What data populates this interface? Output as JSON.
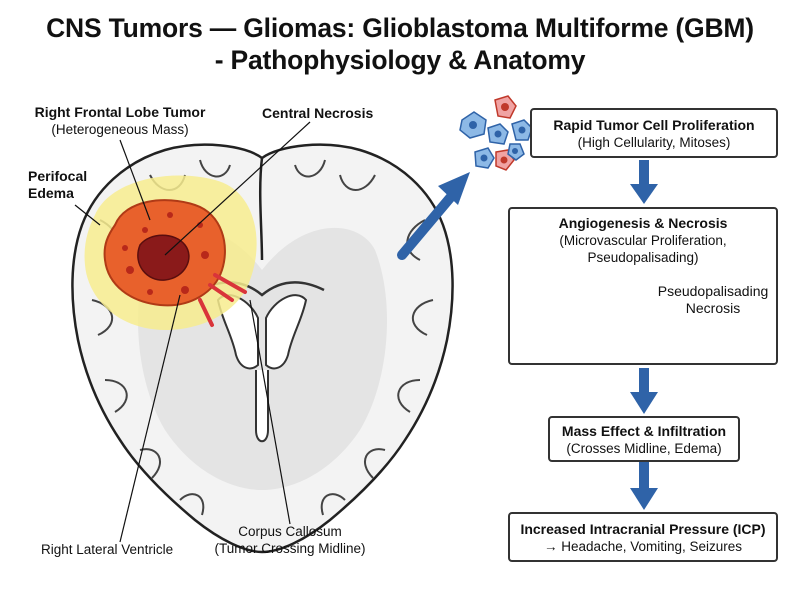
{
  "title": {
    "line1": "CNS Tumors — Gliomas: Glioblastoma Multiforme (GBM)",
    "line2": "- Pathophysiology & Anatomy"
  },
  "labels": {
    "tumor_title": "Right Frontal Lobe Tumor",
    "tumor_sub": "(Heterogeneous Mass)",
    "necrosis": "Central Necrosis",
    "edema_line1": "Perifocal",
    "edema_line2": "Edema",
    "ventricle": "Right Lateral Ventricle",
    "corpus_line1": "Corpus Callosum",
    "corpus_line2": "(Tumor Crossing Midline)"
  },
  "flow": [
    {
      "title": "Rapid Tumor Cell Proliferation",
      "sub": "(High Cellularity, Mitoses)"
    },
    {
      "title": "Angiogenesis & Necrosis",
      "sub": "(Microvascular Proliferation,",
      "sub2": "Pseudopalisading)"
    },
    {
      "title": "Mass Effect & Infiltration",
      "sub": "(Crosses Midline, Edema)"
    },
    {
      "title": "Increased Intracranial Pressure (ICP)",
      "sub": "→ Headache, Vomiting, Seizures"
    }
  ],
  "inset": {
    "line1": "Pseudopalisading",
    "line2": "Necrosis"
  },
  "colors": {
    "arrow": "#2f63a8",
    "tumor": "#e8612c",
    "necrosis": "#8a1a1a",
    "edema": "#f7ec8e",
    "vessel": "#d9343a",
    "cell_blue": "#5b9bd5"
  }
}
